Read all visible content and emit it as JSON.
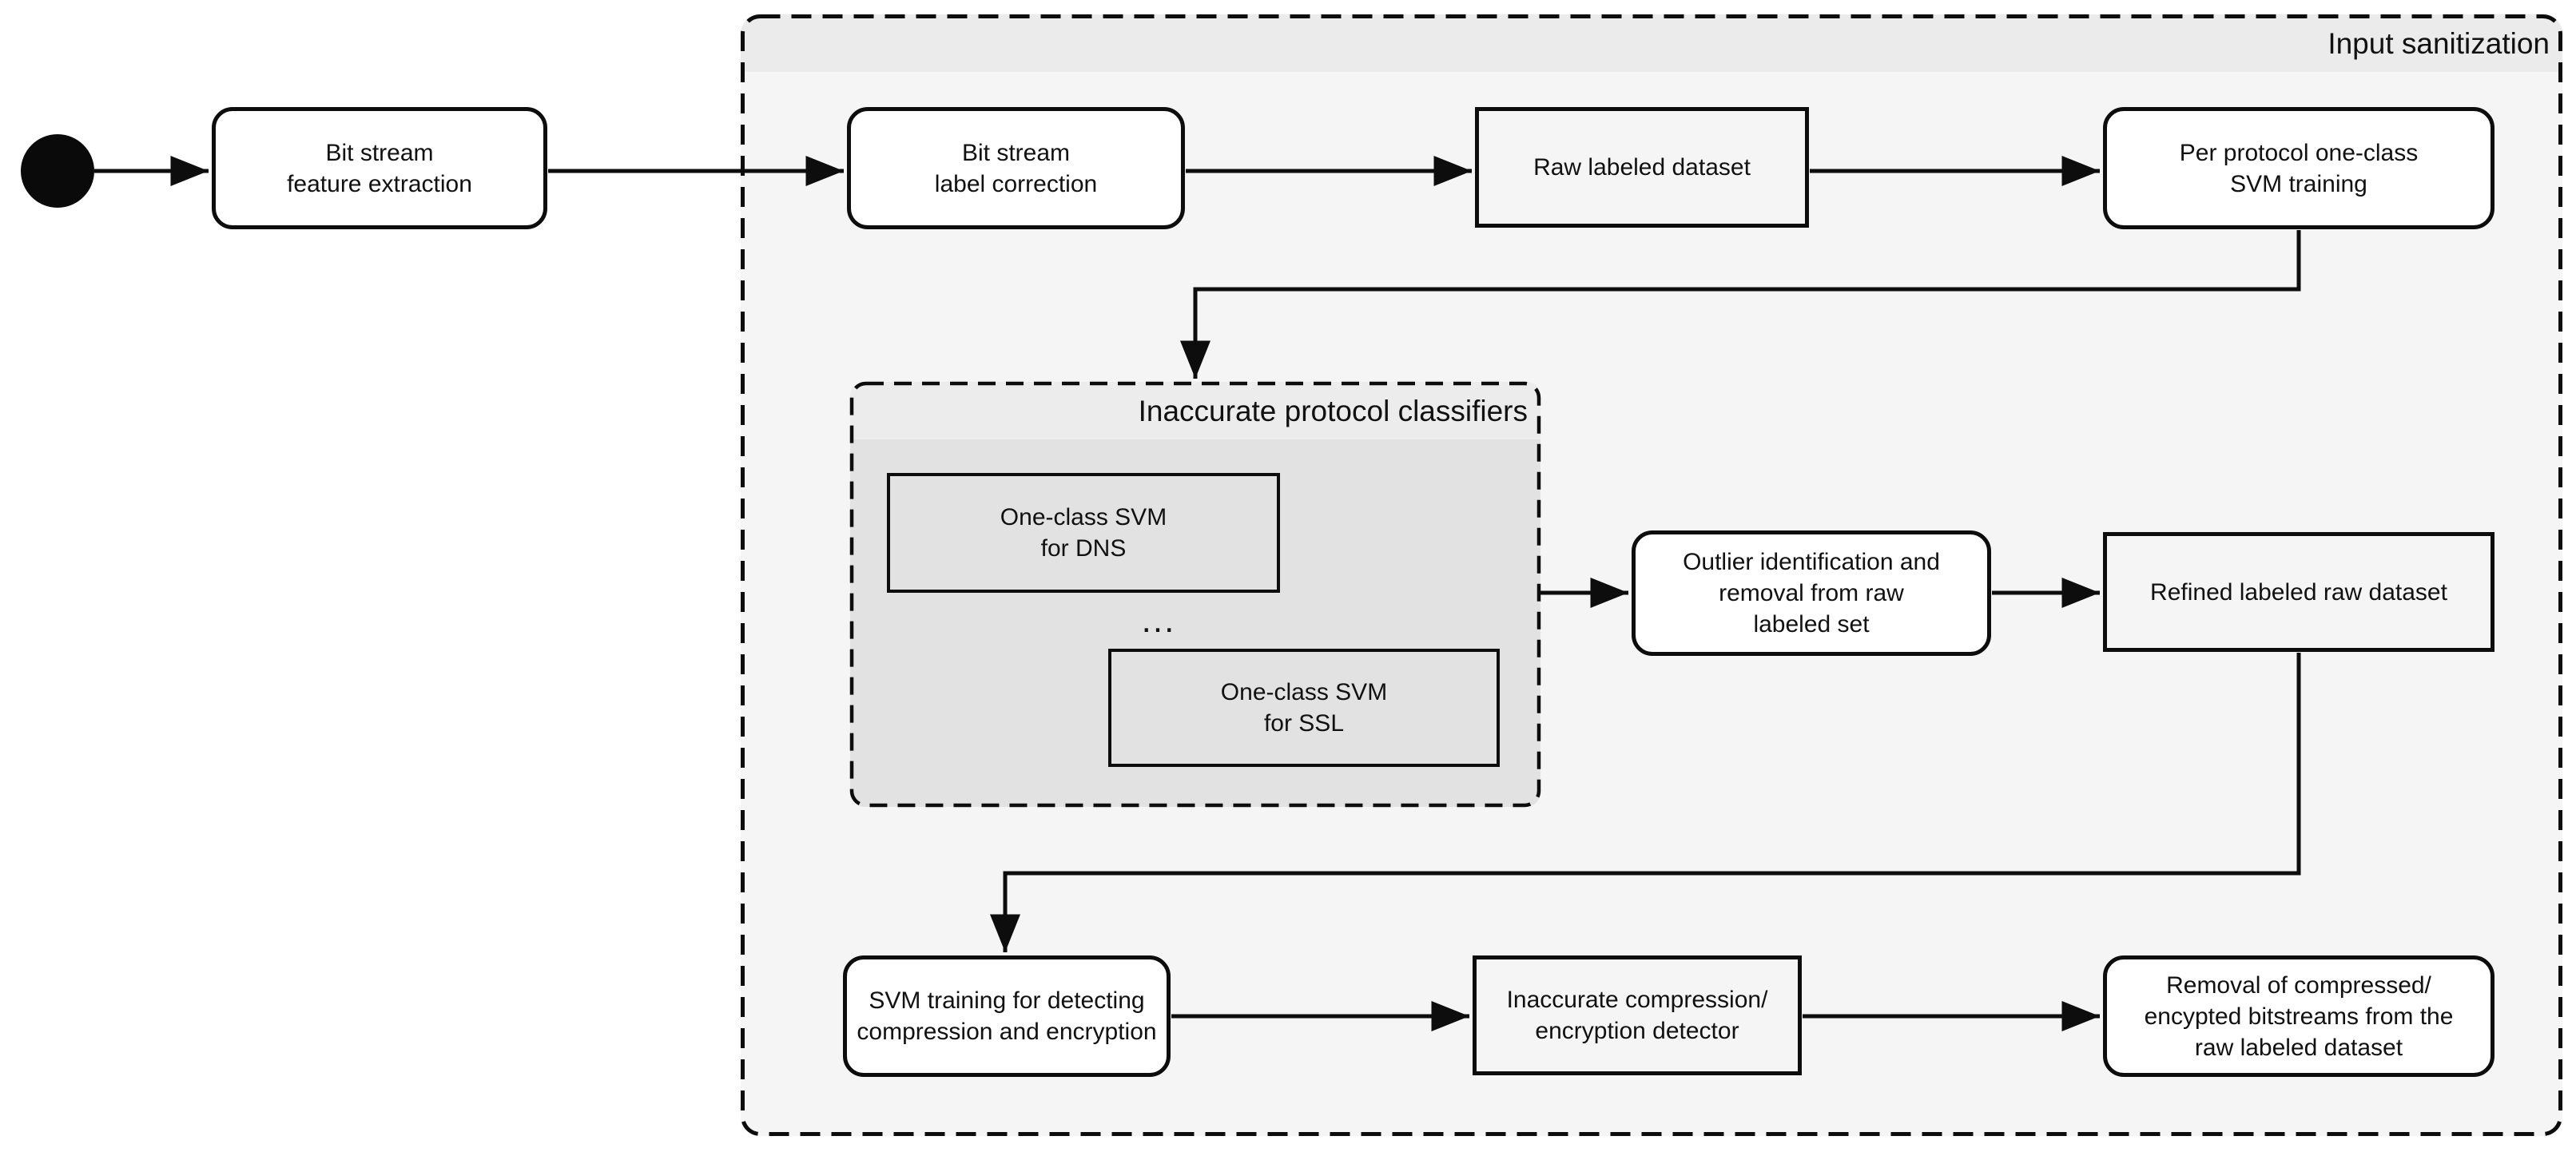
{
  "figure": {
    "type": "flowchart",
    "description": "activity-diagram style pipeline with start node, process boxes and nested containers"
  },
  "colors": {
    "stroke": "#0d0d0d",
    "text": "#111111",
    "action_node_fill": "#ffffff",
    "outer_container_fill": "#f5f5f6",
    "outer_container_header_fill": "#ebebec",
    "inner_container_fill": "#e2e2e2",
    "inner_container_header_fill": "#ececec",
    "background": "#ffffff"
  },
  "start": {
    "icon": "start-node-icon"
  },
  "containers": {
    "input_sanitization": {
      "title": "Input sanitization"
    },
    "inaccurate_protocol_classifiers": {
      "title": "Inaccurate protocol classifiers"
    }
  },
  "nodes": {
    "feature_extraction": {
      "label": "Bit stream\nfeature extraction"
    },
    "label_correction": {
      "label": "Bit stream\nlabel correction"
    },
    "raw_dataset": {
      "label": "Raw labeled dataset"
    },
    "per_protocol_svm": {
      "label": "Per protocol one-class\nSVM training"
    },
    "svm_dns": {
      "label": "One-class SVM\nfor DNS"
    },
    "ellipsis": {
      "label": "..."
    },
    "svm_ssl": {
      "label": "One-class SVM\nfor SSL"
    },
    "outlier_removal": {
      "label": "Outlier identification and\nremoval from raw\nlabeled set"
    },
    "refined_dataset": {
      "label": "Refined labeled raw dataset"
    },
    "compression_svm_training": {
      "label": "SVM training for detecting\ncompression and encryption"
    },
    "compression_detector": {
      "label": "Inaccurate compression/\nencryption detector"
    },
    "removal_compressed": {
      "label": "Removal of compressed/\nencypted bitstreams from the\nraw labeled dataset"
    }
  }
}
